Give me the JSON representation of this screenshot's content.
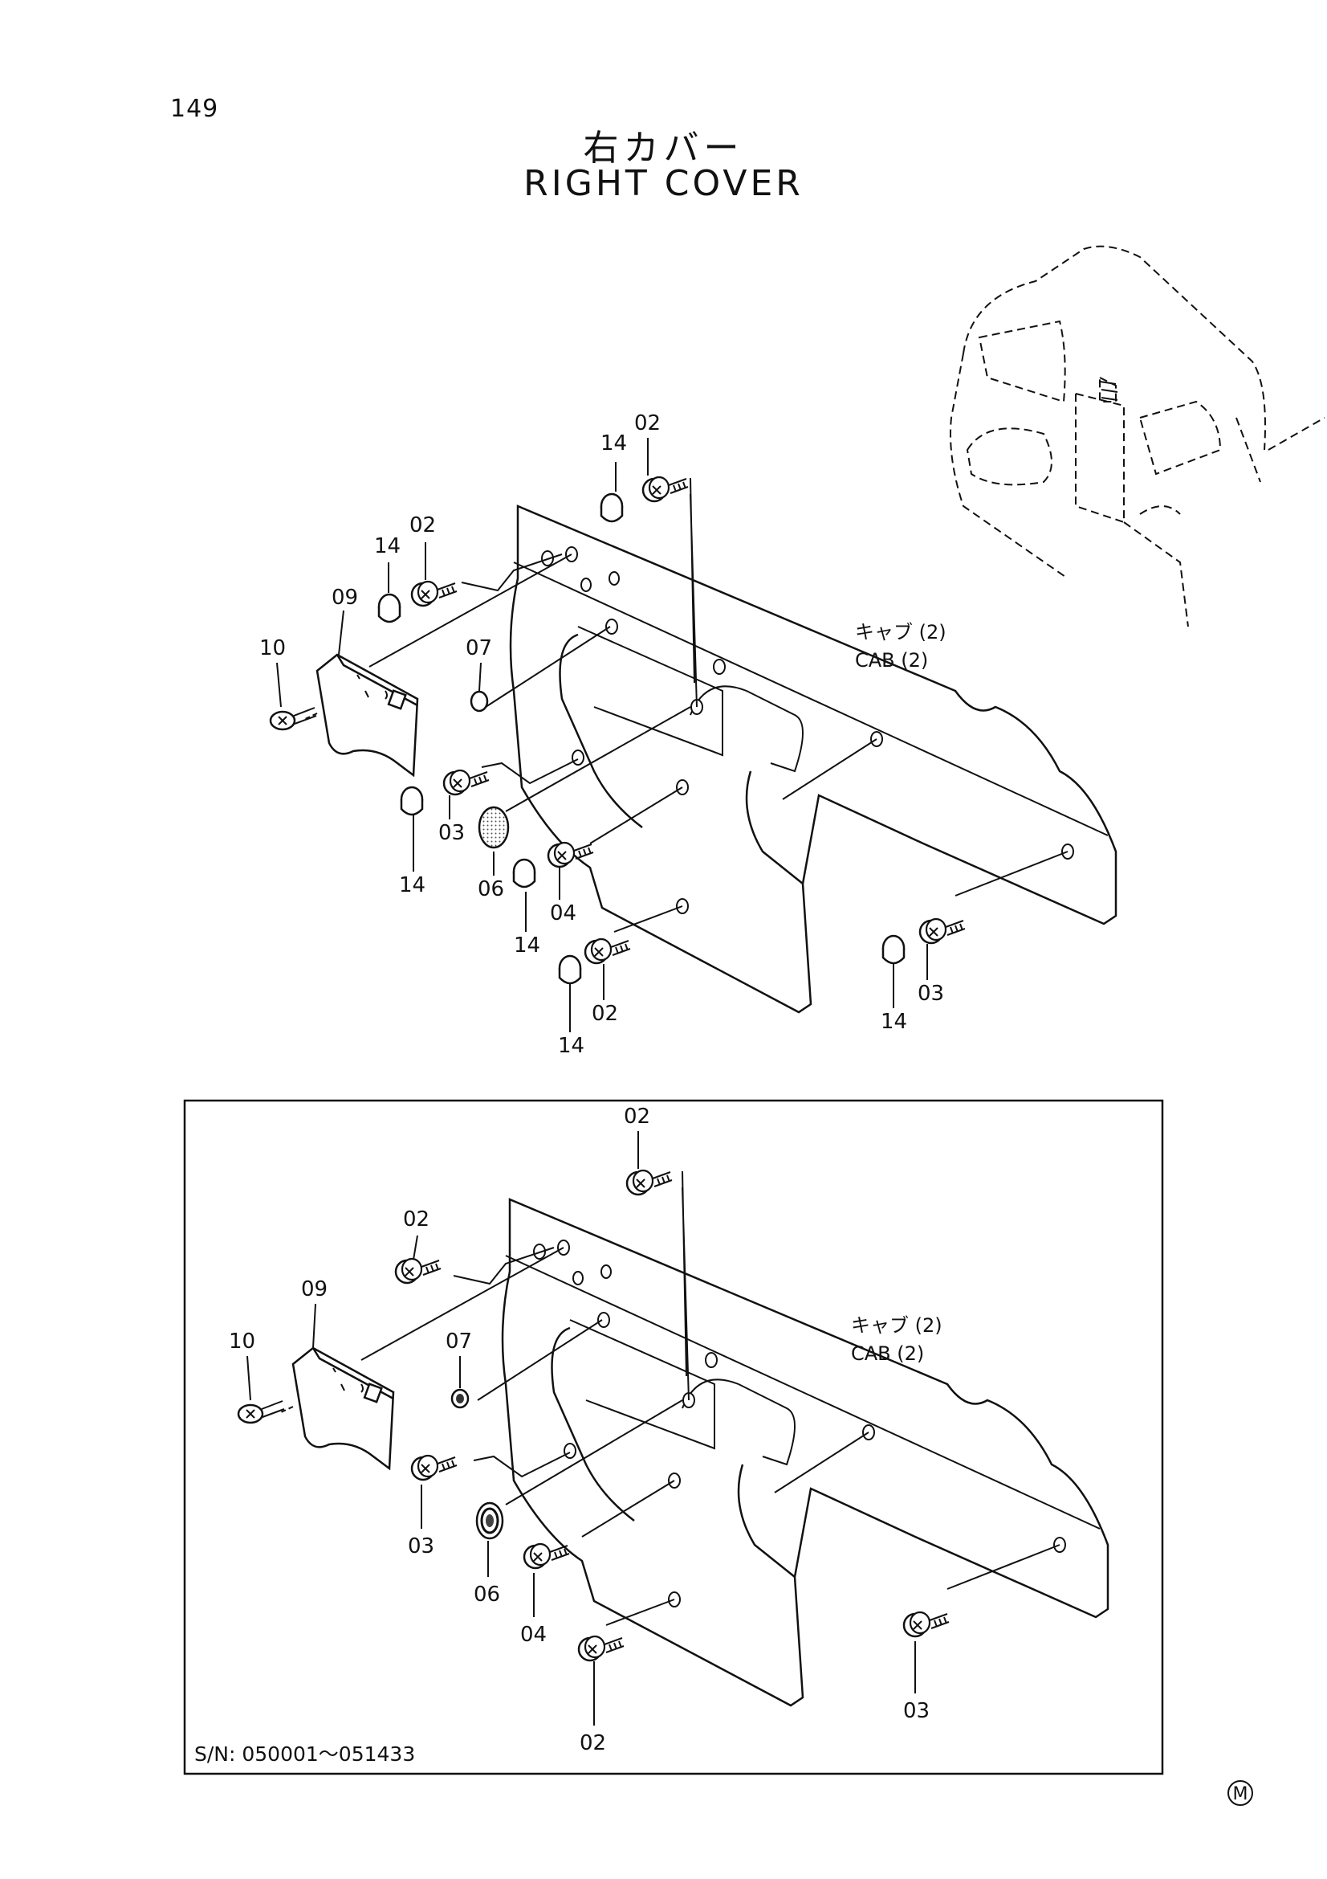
{
  "page_number": "149",
  "title_jp": "右カバー",
  "title_en": "RIGHT COVER",
  "upper_diagram": {
    "cab_label_jp": "キャブ (2)",
    "cab_label_en": "CAB (2)",
    "callouts": [
      "02",
      "14",
      "02",
      "14",
      "09",
      "10",
      "07",
      "14",
      "03",
      "06",
      "14",
      "04",
      "14",
      "02",
      "14",
      "03"
    ]
  },
  "lower_diagram": {
    "cab_label_jp": "キャブ (2)",
    "cab_label_en": "CAB (2)",
    "callouts": [
      "02",
      "02",
      "09",
      "10",
      "07",
      "03",
      "06",
      "04",
      "03",
      "02"
    ],
    "serial_range": "S/N: 050001～051433"
  },
  "footer_mark": "M"
}
